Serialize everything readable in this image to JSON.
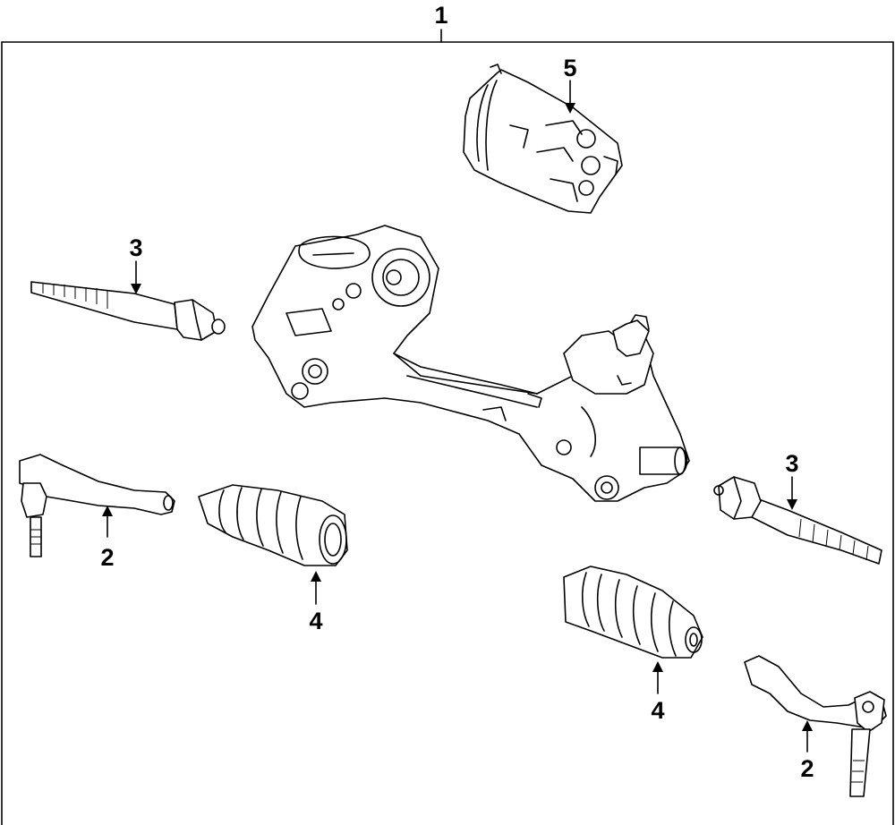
{
  "callouts": {
    "assembly": "1",
    "tie_rod_end_left": "2",
    "tie_rod_end_right": "2",
    "inner_tie_rod_left": "3",
    "inner_tie_rod_right": "3",
    "boot_left": "4",
    "boot_right": "4",
    "motor": "5"
  },
  "icons": [
    "steering-rack-icon",
    "tie-rod-end-icon",
    "inner-tie-rod-icon",
    "boot-icon",
    "motor-icon"
  ]
}
